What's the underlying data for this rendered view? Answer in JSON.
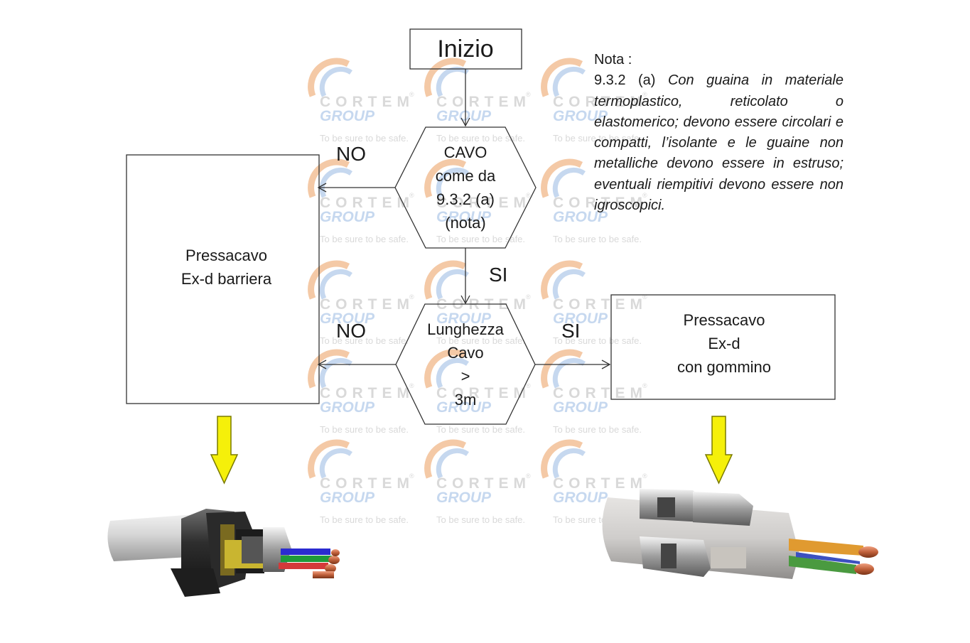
{
  "flowchart": {
    "start": {
      "label": "Inizio"
    },
    "decision_cable": {
      "lines": [
        "CAVO",
        "come da",
        "9.3.2 (a)",
        "(nota)"
      ]
    },
    "decision_length": {
      "lines": [
        "Lunghezza",
        "Cavo",
        ">",
        "3m"
      ]
    },
    "box_barrier": {
      "lines": [
        "Pressacavo",
        "Ex-d barriera"
      ]
    },
    "box_seal": {
      "lines": [
        "Pressacavo",
        "Ex-d",
        "con gommino"
      ]
    },
    "edges": {
      "cable_no": "NO",
      "cable_yes": "SI",
      "length_no": "NO",
      "length_yes": "SI"
    }
  },
  "note": {
    "heading": "Nota :",
    "ref": "9.3.2 (a)",
    "text": "Con guaina in materiale termoplastico, reticolato o elastomerico; devono essere circolari e compatti, l’isolante e le guaine non metalliche devono essere in estruso; eventuali riempitivi devono essere non igroscopici."
  },
  "watermark": {
    "brand": "CORTEM",
    "group": "GROUP",
    "tagline": "To be sure to be safe.",
    "registered": "®"
  },
  "colors": {
    "arrow_fill": "#f5f00a",
    "arrow_stroke": "#7a7a00",
    "line": "#333333",
    "watermark_text": "#d9d9d9",
    "watermark_orange": "#f4c9a6",
    "watermark_blue": "#c6d8ef",
    "cable_jacket": "#dcdcdc",
    "gland_metal": "#3a3a3a",
    "copper": "#c0603a"
  },
  "icons": {
    "down_arrow_left": "yellow-down-arrow-icon",
    "down_arrow_right": "yellow-down-arrow-icon",
    "product_left": "barrier-cable-gland-image",
    "product_right": "seal-cable-gland-image"
  }
}
